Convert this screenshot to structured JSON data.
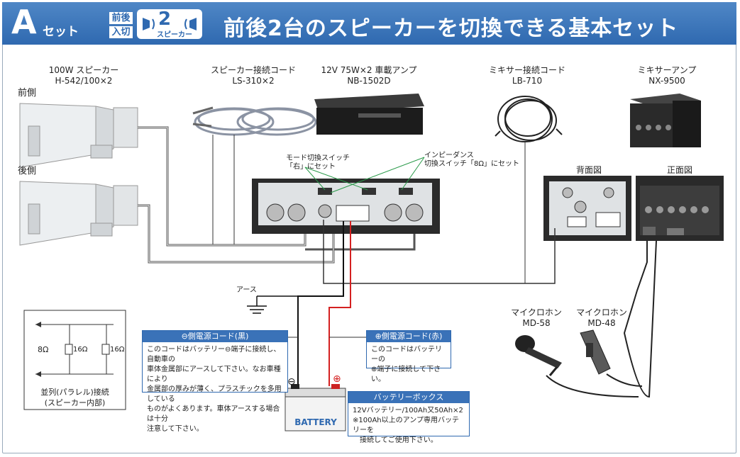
{
  "header": {
    "set_letter": "A",
    "set_suffix": "セット",
    "badge_top": "前後",
    "badge_bottom": "入切",
    "icon_number": "2",
    "icon_sub": "スピーカー",
    "title": "前後2台のスピーカーを切換できる基本セット"
  },
  "speaker": {
    "line1": "100W スピーカー",
    "line2": "H-542/100×2",
    "front": "前側",
    "rear": "後側"
  },
  "speaker_cord": {
    "line1": "スピーカー接続コード",
    "line2": "LS-310×2"
  },
  "amp": {
    "line1": "12V 75W×2 車載アンプ",
    "line2": "NB-1502D"
  },
  "mixer_cord": {
    "line1": "ミキサー接続コード",
    "line2": "LB-710"
  },
  "mixer_amp": {
    "line1": "ミキサーアンプ",
    "line2": "NX-9500",
    "rear_view": "背面図",
    "front_view": "正面図"
  },
  "mode_switch": {
    "line1": "モード切換スイッチ",
    "line2": "「右」にセット"
  },
  "impedance_switch": {
    "line1": "インピーダンス",
    "line2": "切換スイッチ「8Ω」にセット"
  },
  "earth": "アース",
  "wiring": {
    "ohm_total": "8Ω",
    "ohm_each": "16Ω",
    "caption_line1": "並列(パラレル)接続",
    "caption_line2": "(スピーカー内部)"
  },
  "neg_cord": {
    "title": "⊖側電源コード(黒)",
    "lines": [
      "このコードはバッテリー⊖端子に接続し、自動車の",
      "車体金属部にアースして下さい。なお車種により",
      "金属部の厚みが薄く、プラスチックを多用している",
      "ものがよくあります。車体アースする場合は十分",
      "注意して下さい。"
    ]
  },
  "pos_cord": {
    "title": "⊕側電源コード(赤)",
    "lines": [
      "このコードはバッテリーの",
      "⊕端子に接続して下さい。"
    ]
  },
  "battery": {
    "label": "BATTERY",
    "minus": "⊖",
    "plus": "⊕",
    "box_title": "バッテリーボックス",
    "lines": [
      "12Vバッテリー/100Ah又50Ah×2",
      "※100Ah以上のアンプ専用バッテリーを",
      "　接続してご使用下さい。"
    ]
  },
  "mic1": {
    "line1": "マイクロホン",
    "line2": "MD-58"
  },
  "mic2": {
    "line1": "マイクロホン",
    "line2": "MD-48"
  },
  "colors": {
    "header_blue": "#2f69b0",
    "pos_wire": "#d42020",
    "neg_wire": "#111111",
    "callout_green": "#2a9a4a"
  }
}
